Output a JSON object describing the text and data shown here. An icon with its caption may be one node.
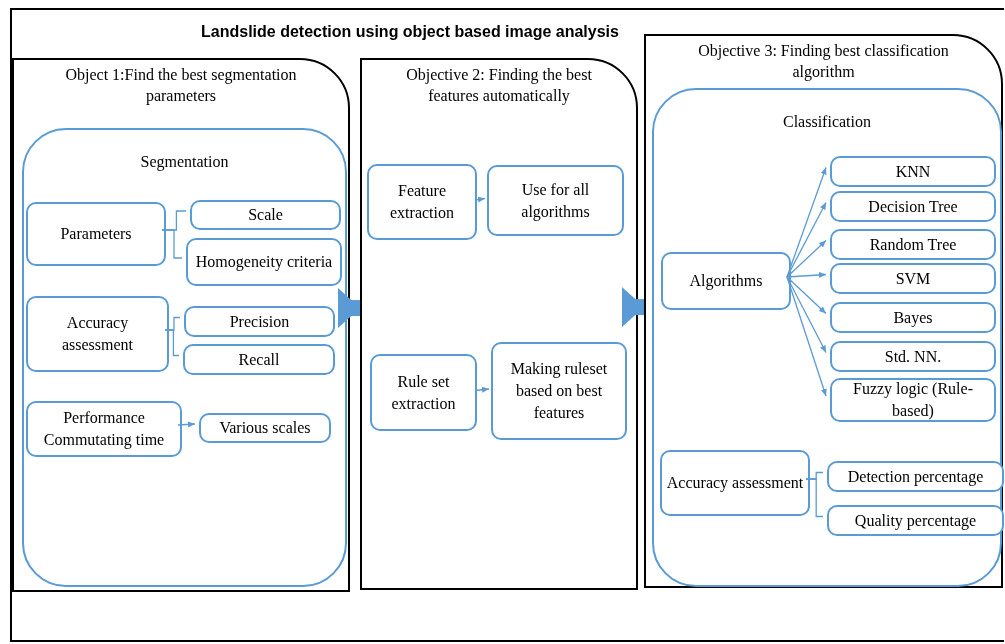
{
  "diagram": {
    "title": "Landslide detection using object based image analysis",
    "nodes": [
      {
        "text": [
          "Object 1:Find the best segmentation parameters"
        ]
      },
      {
        "text": [
          "Segmentation"
        ],
        "in": 0
      },
      {
        "text": [
          "Parameters"
        ],
        "in": 1
      },
      {
        "text": [
          "Scale"
        ],
        "in": 1
      },
      {
        "text": [
          "Homogeneity criteria"
        ],
        "in": 1
      },
      {
        "text": [
          "Accuracy assessment"
        ],
        "in": 1
      },
      {
        "text": [
          "Precision"
        ],
        "in": 1
      },
      {
        "text": [
          "Recall"
        ],
        "in": 1
      },
      {
        "text": [
          "Performance Commutating time"
        ],
        "in": 1
      },
      {
        "text": [
          "Various scales"
        ],
        "in": 1
      },
      {
        "text": [
          "Objective 2: Finding the best features automatically"
        ]
      },
      {
        "text": [
          "Feature extraction"
        ],
        "in": 10
      },
      {
        "text": [
          "Use for all algorithms"
        ],
        "in": 10
      },
      {
        "text": [
          "Rule set extraction"
        ],
        "in": 10
      },
      {
        "text": [
          "Making ruleset based on best features"
        ],
        "in": 10
      },
      {
        "text": [
          "Objective 3: Finding best classification algorithm"
        ]
      },
      {
        "text": [
          "Classification"
        ],
        "in": 15
      },
      {
        "text": [
          "Algorithms"
        ],
        "in": 16
      },
      {
        "text": [
          "KNN"
        ],
        "in": 16
      },
      {
        "text": [
          "Decision Tree"
        ],
        "in": 16
      },
      {
        "text": [
          "Random Tree"
        ],
        "in": 16
      },
      {
        "text": [
          "SVM"
        ],
        "in": 16
      },
      {
        "text": [
          "Bayes"
        ],
        "in": 16
      },
      {
        "text": [
          "Std. NN."
        ],
        "in": 16
      },
      {
        "text": [
          "Fuzzy logic (Rule-based)"
        ],
        "in": 16
      },
      {
        "text": [
          "Accuracy assessment"
        ],
        "in": 16
      },
      {
        "text": [
          "Detection percentage"
        ],
        "in": 16
      },
      {
        "text": [
          "Quality percentage"
        ],
        "in": 16
      }
    ],
    "edges": [
      {
        "from": 2,
        "to": 3,
        "arrow": "none"
      },
      {
        "from": 2,
        "to": 4,
        "arrow": "none"
      },
      {
        "from": 5,
        "to": 6,
        "arrow": "none"
      },
      {
        "from": 5,
        "to": 7,
        "arrow": "none"
      },
      {
        "from": 8,
        "to": 9,
        "arrow": "to"
      },
      {
        "from": 0,
        "to": 10,
        "arrow": "to",
        "style": "thick"
      },
      {
        "from": 11,
        "to": 12,
        "arrow": "to"
      },
      {
        "from": 13,
        "to": 14,
        "arrow": "to"
      },
      {
        "from": 10,
        "to": 15,
        "arrow": "to",
        "style": "thick"
      },
      {
        "from": 17,
        "to": 18,
        "arrow": "to"
      },
      {
        "from": 17,
        "to": 19,
        "arrow": "to"
      },
      {
        "from": 17,
        "to": 20,
        "arrow": "to"
      },
      {
        "from": 17,
        "to": 21,
        "arrow": "to"
      },
      {
        "from": 17,
        "to": 22,
        "arrow": "to"
      },
      {
        "from": 17,
        "to": 23,
        "arrow": "to"
      },
      {
        "from": 17,
        "to": 24,
        "arrow": "to"
      },
      {
        "from": 25,
        "to": 26,
        "arrow": "none"
      },
      {
        "from": 25,
        "to": 27,
        "arrow": "none"
      }
    ]
  }
}
